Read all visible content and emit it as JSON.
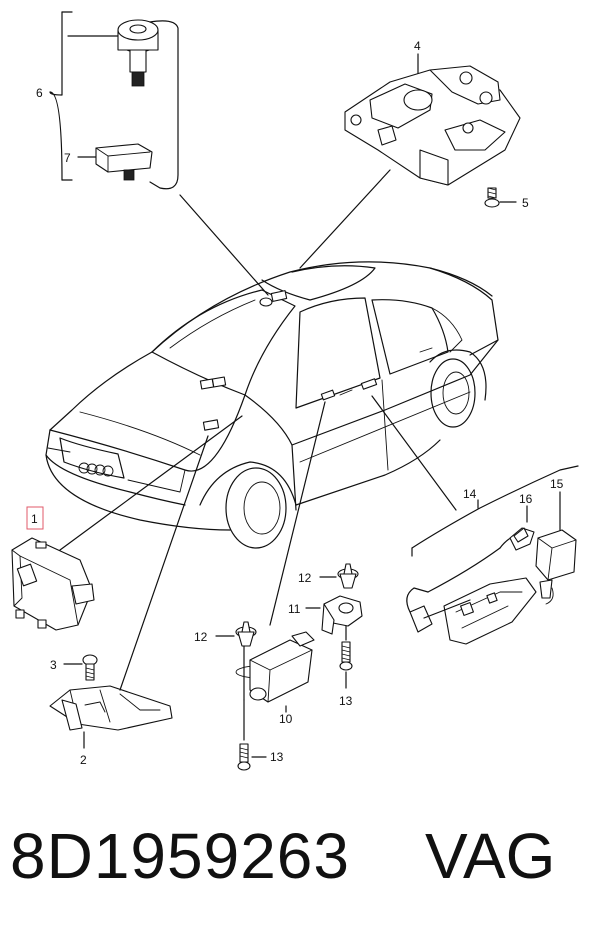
{
  "callouts": {
    "c1": "1",
    "c2": "2",
    "c3": "3",
    "c4": "4",
    "c5": "5",
    "c6": "6",
    "c7": "7",
    "c10": "10",
    "c11": "11",
    "c12a": "12",
    "c12b": "12",
    "c13a": "13",
    "c13b": "13",
    "c14": "14",
    "c15": "15",
    "c16": "16"
  },
  "colors": {
    "highlight": "#e05a6a",
    "line": "#111111"
  },
  "footer": {
    "part_number": "8D1959263",
    "brand": "VAG"
  }
}
